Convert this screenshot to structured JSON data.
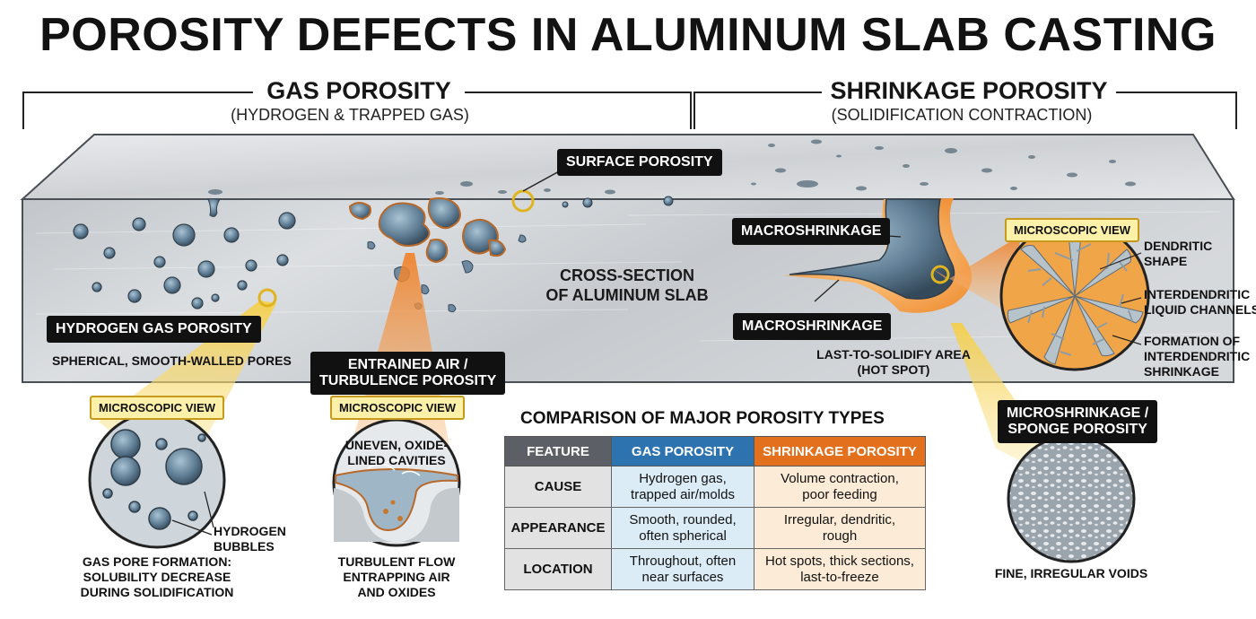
{
  "title": "POROSITY DEFECTS IN ALUMINUM SLAB CASTING",
  "sections": {
    "gas": {
      "title": "GAS POROSITY",
      "subtitle": "(HYDROGEN & TRAPPED GAS)"
    },
    "shrinkage": {
      "title": "SHRINKAGE POROSITY",
      "subtitle": "(SOLIDIFICATION CONTRACTION)"
    }
  },
  "slab_label": [
    "CROSS-SECTION",
    "OF ALUMINUM SLAB"
  ],
  "tags": {
    "surface_porosity": "SURFACE POROSITY",
    "hydrogen_gas_porosity": "HYDROGEN GAS POROSITY",
    "entrained_air": [
      "ENTRAINED AIR /",
      "TURBULENCE POROSITY"
    ],
    "macroshrinkage_top": "MACROSHRINKAGE",
    "macroshrinkage_bottom": "MACROSHRINKAGE",
    "microshrinkage": [
      "MICROSHRINKAGE /",
      "SPONGE POROSITY"
    ],
    "microscopic_view": "MICROSCOPIC VIEW"
  },
  "labels": {
    "spherical_pores": "SPHERICAL, SMOOTH-WALLED PORES",
    "last_to_solidify": [
      "LAST-TO-SOLIDIFY AREA",
      "(HOT SPOT)"
    ],
    "uneven_cavities": [
      "UNEVEN, OXIDE-",
      "LINED CAVITIES"
    ],
    "hydrogen_bubbles": [
      "HYDROGEN",
      "BUBBLES"
    ],
    "gas_pore_formation": [
      "GAS PORE FORMATION:",
      "SOLUBILITY DECREASE",
      "DURING SOLIDIFICATION"
    ],
    "turbulent_flow": [
      "TURBULENT FLOW",
      "ENTRAPPING AIR",
      "AND OXIDES"
    ],
    "fine_voids": "FINE, IRREGULAR VOIDS",
    "dendritic_shape": [
      "DENDRITIC",
      "SHAPE"
    ],
    "interdendritic_channels": [
      "INTERDENDRITIC",
      "LIQUID CHANNELS"
    ],
    "formation_shrinkage": [
      "FORMATION OF",
      "INTERDENDRITIC",
      "SHRINKAGE"
    ]
  },
  "comparison": {
    "title": "COMPARISON OF MAJOR POROSITY TYPES",
    "headers": [
      "FEATURE",
      "GAS POROSITY",
      "SHRINKAGE POROSITY"
    ],
    "header_colors": [
      "#5c6066",
      "#2d73b0",
      "#e2701c"
    ],
    "rows": [
      {
        "feature": "CAUSE",
        "gas": [
          "Hydrogen gas,",
          "trapped air/molds"
        ],
        "shrinkage": [
          "Volume contraction,",
          "poor feeding"
        ]
      },
      {
        "feature": "APPEARANCE",
        "gas": [
          "Smooth, rounded,",
          "often spherical"
        ],
        "shrinkage": [
          "Irregular, dendritic,",
          "rough"
        ]
      },
      {
        "feature": "LOCATION",
        "gas": [
          "Throughout, often",
          "near surfaces"
        ],
        "shrinkage": [
          "Hot spots, thick sections,",
          "last-to-freeze"
        ]
      }
    ]
  },
  "colors": {
    "callout_orange": "#f39a3c",
    "callout_yellow": "#f7d34a",
    "pore_blue": "#6f8fa8",
    "oxide_orange": "#c9782e",
    "slab_gray": "#c9ccd0"
  }
}
